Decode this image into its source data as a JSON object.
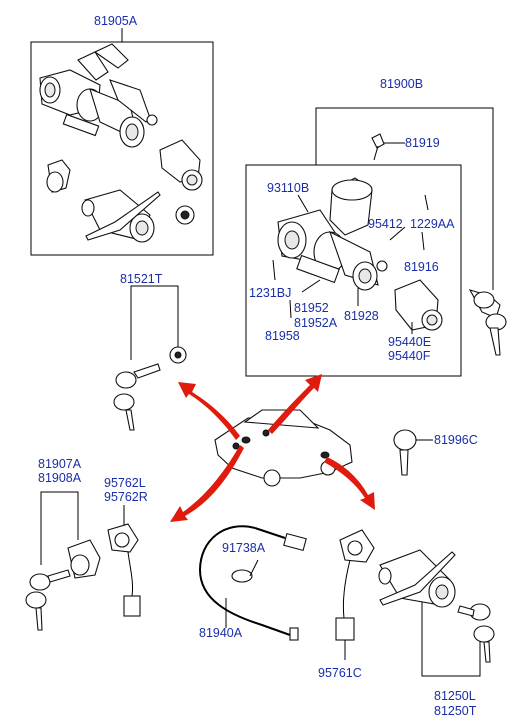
{
  "labels": {
    "p81905A": "81905A",
    "p81900B": "81900B",
    "p81919": "81919",
    "p93110B": "93110B",
    "p95412": "95412",
    "p1229AA": "1229AA",
    "p81916": "81916",
    "p1231BJ": "1231BJ",
    "p81952": "81952",
    "p81952A": "81952A",
    "p81928": "81928",
    "p81958": "81958",
    "p95440E": "95440E",
    "p95440F": "95440F",
    "p81521T": "81521T",
    "p81996C": "81996C",
    "p81907A": "81907A",
    "p81908A": "81908A",
    "p95762L": "95762L",
    "p95762R": "95762R",
    "p91738A": "91738A",
    "p81940A": "81940A",
    "p95761C": "95761C",
    "p81250L": "81250L",
    "p81250T": "81250T"
  },
  "colors": {
    "label": "#1a2ea8",
    "arrow": "#e01b0e",
    "line": "#000000"
  }
}
